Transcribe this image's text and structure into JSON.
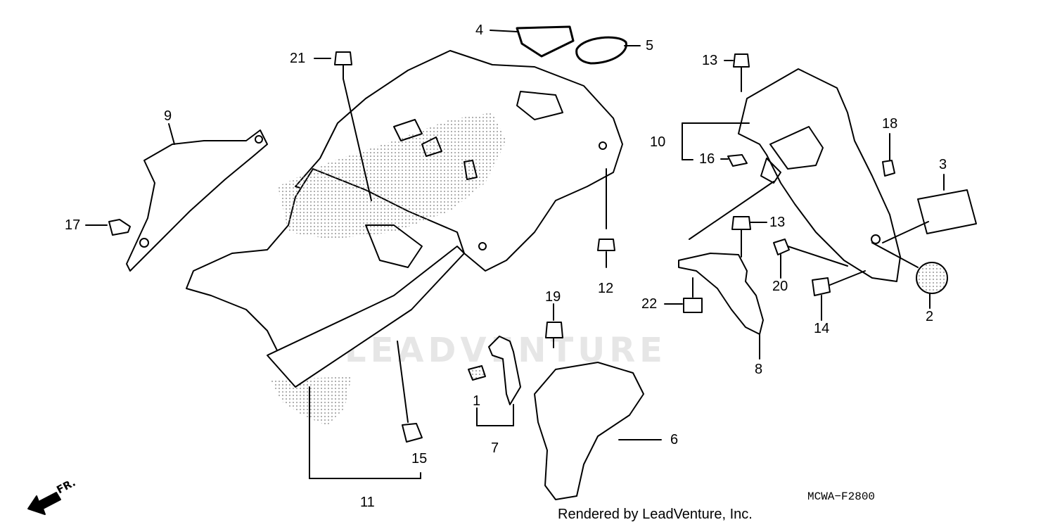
{
  "diagram_code": "MCWA−F2800",
  "credit": "Rendered by LeadVenture, Inc.",
  "watermark": "LEADVENTURE",
  "direction_label": "FR.",
  "callouts": [
    "1",
    "2",
    "3",
    "4",
    "5",
    "6",
    "7",
    "8",
    "9",
    "10",
    "11",
    "12",
    "13",
    "13",
    "14",
    "15",
    "16",
    "17",
    "18",
    "19",
    "20",
    "21",
    "22"
  ]
}
